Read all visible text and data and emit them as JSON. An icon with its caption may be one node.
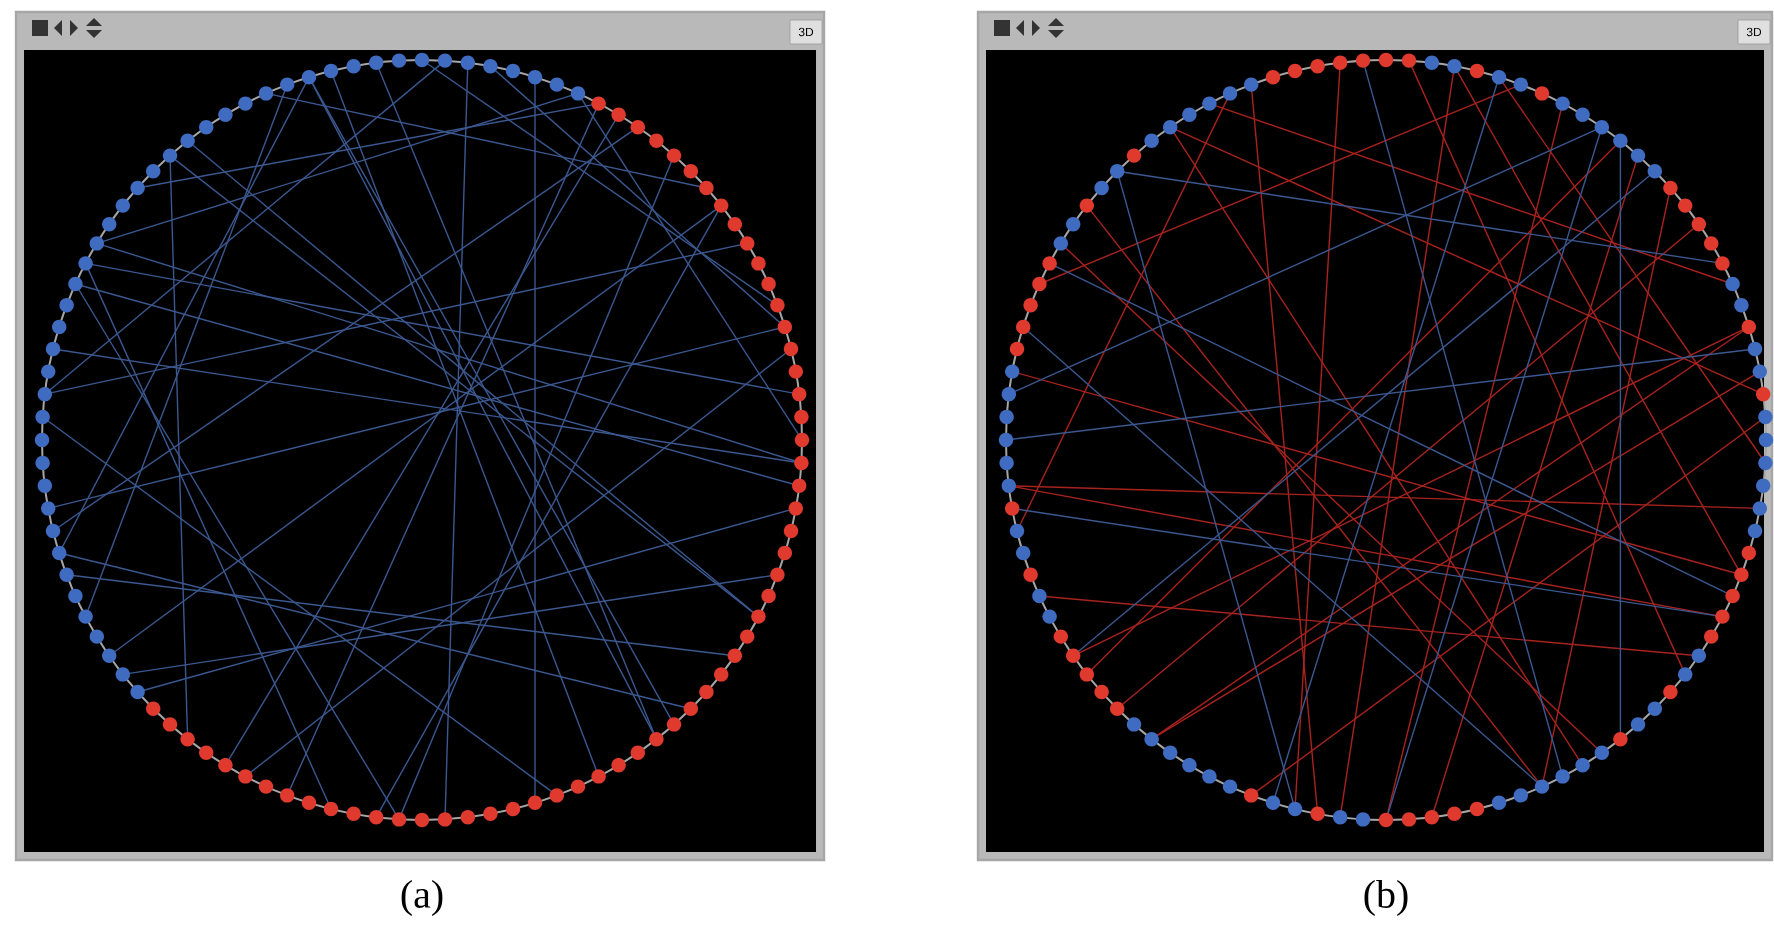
{
  "diagram": {
    "labels": [
      "3D",
      "(a)",
      "3D",
      "(b)"
    ]
  }
}
